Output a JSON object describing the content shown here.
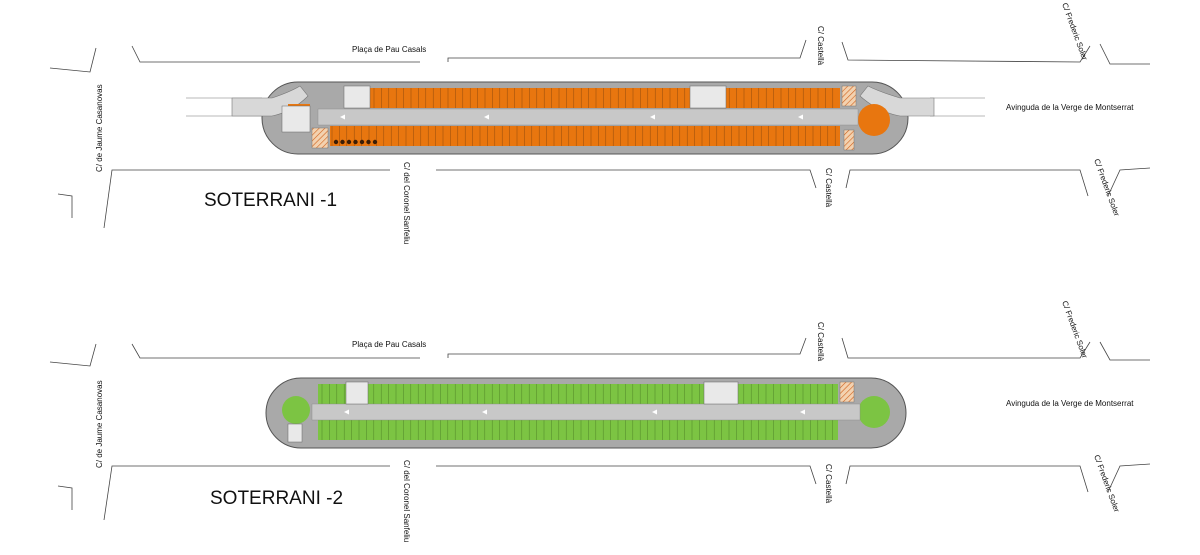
{
  "colors": {
    "level1_fill": "#e8760f",
    "level2_fill": "#7cc443",
    "shell": "#a9a9a9",
    "aisle": "#c8c8c8",
    "linework": "#444444"
  },
  "levels": [
    {
      "title": "SOTERRANI -1",
      "streets": {
        "top_center": "Plaça de Pau Casals",
        "left_vertical": "C/ de Jaume Casanovas",
        "bottom_center": "C/ del Coronel Sanfeliu",
        "top_right_a": "C/ Castellà",
        "bottom_right_a": "C/ Castellà",
        "top_right_b": "C/ Frederic Soler",
        "bottom_right_b": "C/ Frederic Soler",
        "avenue": "Avinguda de la Verge de Montserrat"
      }
    },
    {
      "title": "SOTERRANI -2",
      "streets": {
        "top_center": "Plaça de Pau Casals",
        "left_vertical": "C/ de Jaume Casanovas",
        "bottom_center": "C/ del Coronel Sanfeliu",
        "top_right_a": "C/ Castellà",
        "bottom_right_a": "C/ Castellà",
        "top_right_b": "C/ Frederic Soler",
        "bottom_right_b": "C/ Frederic Soler",
        "avenue": "Avinguda de la Verge de Montserrat"
      }
    }
  ]
}
